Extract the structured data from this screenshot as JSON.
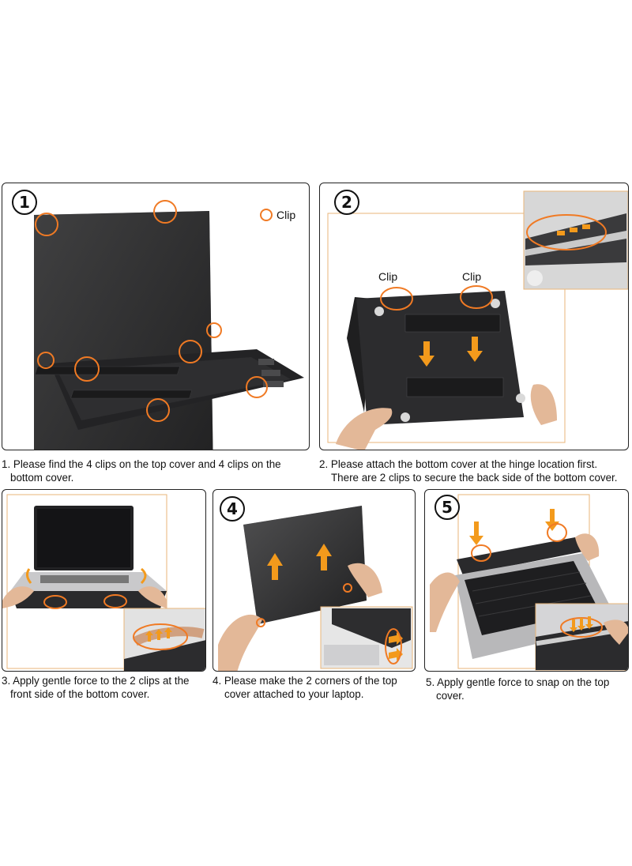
{
  "steps": [
    {
      "number": "1",
      "caption_line1": "1. Please find the 4 clips on the top cover and 4 clips on the",
      "caption_line2": "bottom cover."
    },
    {
      "number": "2",
      "caption_line1": "2. Please attach the bottom cover at the hinge location first.",
      "caption_line2": "There are 2 clips to secure the back side of the bottom cover."
    },
    {
      "number": "",
      "caption_line1": "3. Apply gentle force to the 2 clips at the",
      "caption_line2": "front side of the bottom cover."
    },
    {
      "number": "4",
      "caption_line1": "4. Please make the 2 corners of the top",
      "caption_line2": "cover attached to your laptop."
    },
    {
      "number": "5",
      "caption_line1": "5. Apply gentle force to snap on the top",
      "caption_line2": "cover."
    }
  ],
  "labels": {
    "legend_clip": "Clip",
    "clip_left": "Clip",
    "clip_right": "Clip"
  },
  "colors": {
    "clip_ring": "#f07a24",
    "arrow": "#f39a1c",
    "cover": "#2b2b2d",
    "inset_border": "#e8b57a"
  },
  "icons": [
    "clip-ring-icon",
    "arrow-down-icon",
    "arrow-up-icon",
    "hand-icon"
  ]
}
